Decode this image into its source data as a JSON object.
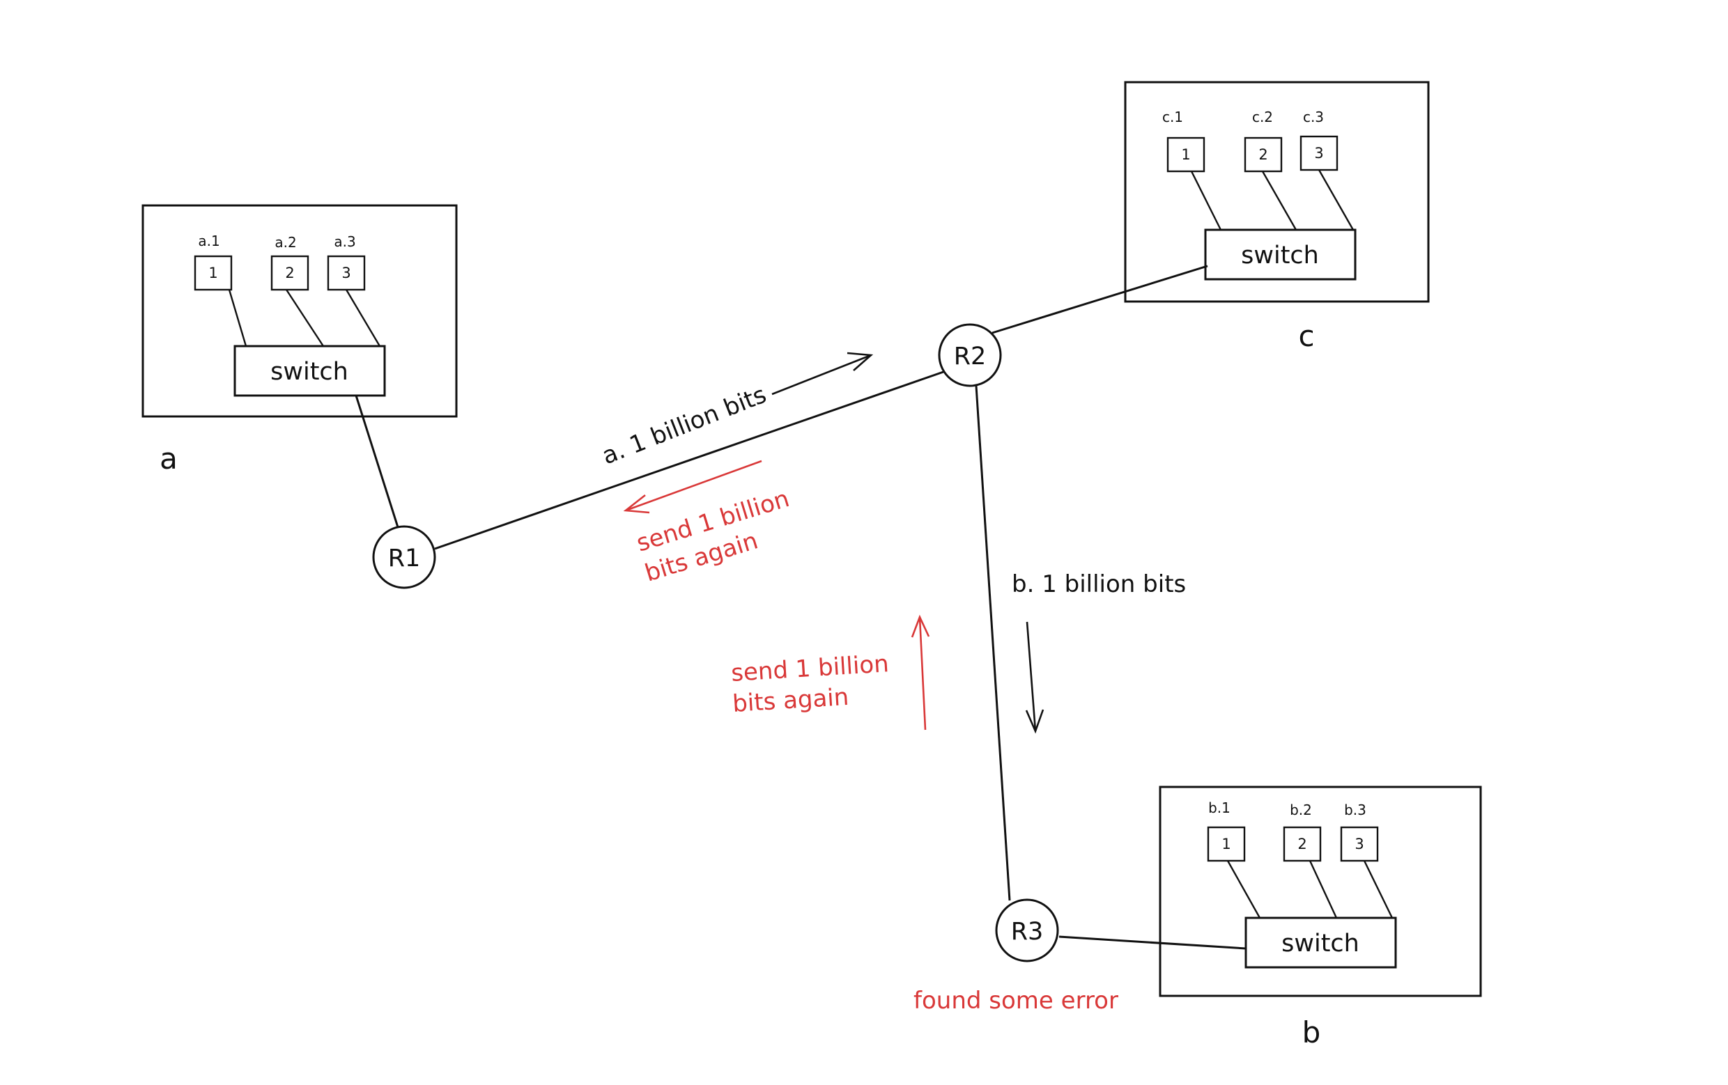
{
  "colors": {
    "ink": "#111111",
    "annotation": "#d93838",
    "background": "#ffffff"
  },
  "networks": {
    "a": {
      "name": "a",
      "switch_label": "switch",
      "hosts": [
        {
          "label": "a.1",
          "id": "1"
        },
        {
          "label": "a.2",
          "id": "2"
        },
        {
          "label": "a.3",
          "id": "3"
        }
      ]
    },
    "b": {
      "name": "b",
      "switch_label": "switch",
      "hosts": [
        {
          "label": "b.1",
          "id": "1"
        },
        {
          "label": "b.2",
          "id": "2"
        },
        {
          "label": "b.3",
          "id": "3"
        }
      ]
    },
    "c": {
      "name": "c",
      "switch_label": "switch",
      "hosts": [
        {
          "label": "c.1",
          "id": "1"
        },
        {
          "label": "c.2",
          "id": "2"
        },
        {
          "label": "c.3",
          "id": "3"
        }
      ]
    }
  },
  "routers": {
    "r1": "R1",
    "r2": "R2",
    "r3": "R3"
  },
  "messages": {
    "a_to_r2": "a. 1 billion bits",
    "r2_to_b": "b. 1 billion bits",
    "resend_r2_r1": [
      "send 1 billion",
      "bits again"
    ],
    "resend_r3_r2": [
      "send 1 billion",
      "bits again"
    ],
    "error_note": "found some error"
  }
}
